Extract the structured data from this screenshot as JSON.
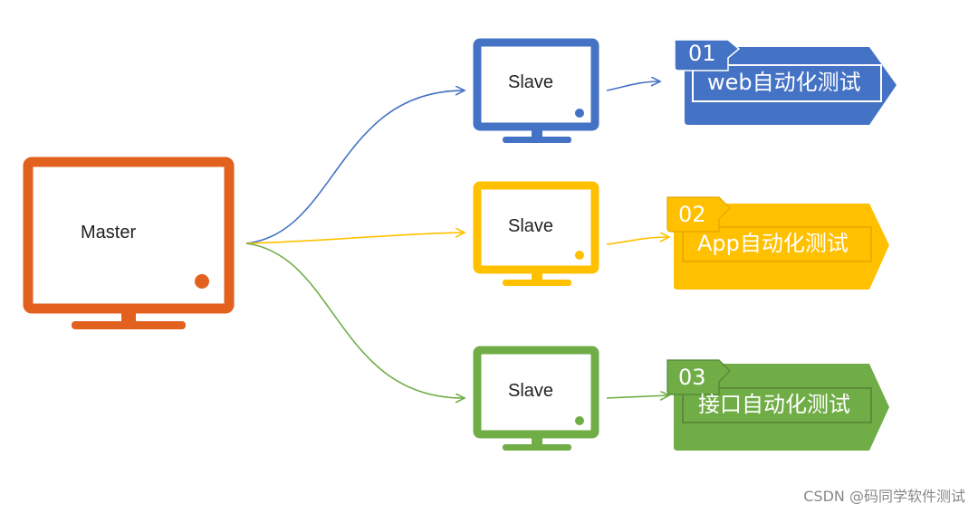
{
  "master": {
    "label": "Master",
    "color": "#E2611F"
  },
  "slaves": [
    {
      "label": "Slave",
      "color": "#4472C4",
      "badge_number": "01",
      "task_label": "web自动化测试"
    },
    {
      "label": "Slave",
      "color": "#FFC000",
      "badge_number": "02",
      "task_label": "App自动化测试"
    },
    {
      "label": "Slave",
      "color": "#70AD47",
      "badge_number": "03",
      "task_label": "接口自动化测试"
    }
  ],
  "watermark": "CSDN @码同学软件测试"
}
